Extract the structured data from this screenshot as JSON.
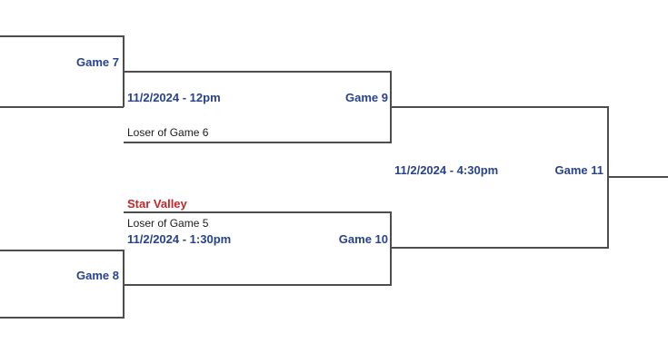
{
  "colors": {
    "blue": "#27428f",
    "red": "#c3272b",
    "text": "#1a1a1a",
    "line": "#4d4d4d",
    "bg": "#ffffff"
  },
  "bracket": {
    "game7": {
      "label": "Game 7"
    },
    "game8": {
      "label": "Game 8"
    },
    "game9": {
      "label": "Game 9",
      "datetime": "11/2/2024 - 12pm",
      "feeder": "Loser of Game 6"
    },
    "game10": {
      "label": "Game 10",
      "datetime": "11/2/2024 - 1:30pm",
      "feeder": "Loser of Game 5",
      "team": "Star Valley"
    },
    "game11": {
      "label": "Game 11",
      "datetime": "11/2/2024 - 4:30pm"
    }
  }
}
